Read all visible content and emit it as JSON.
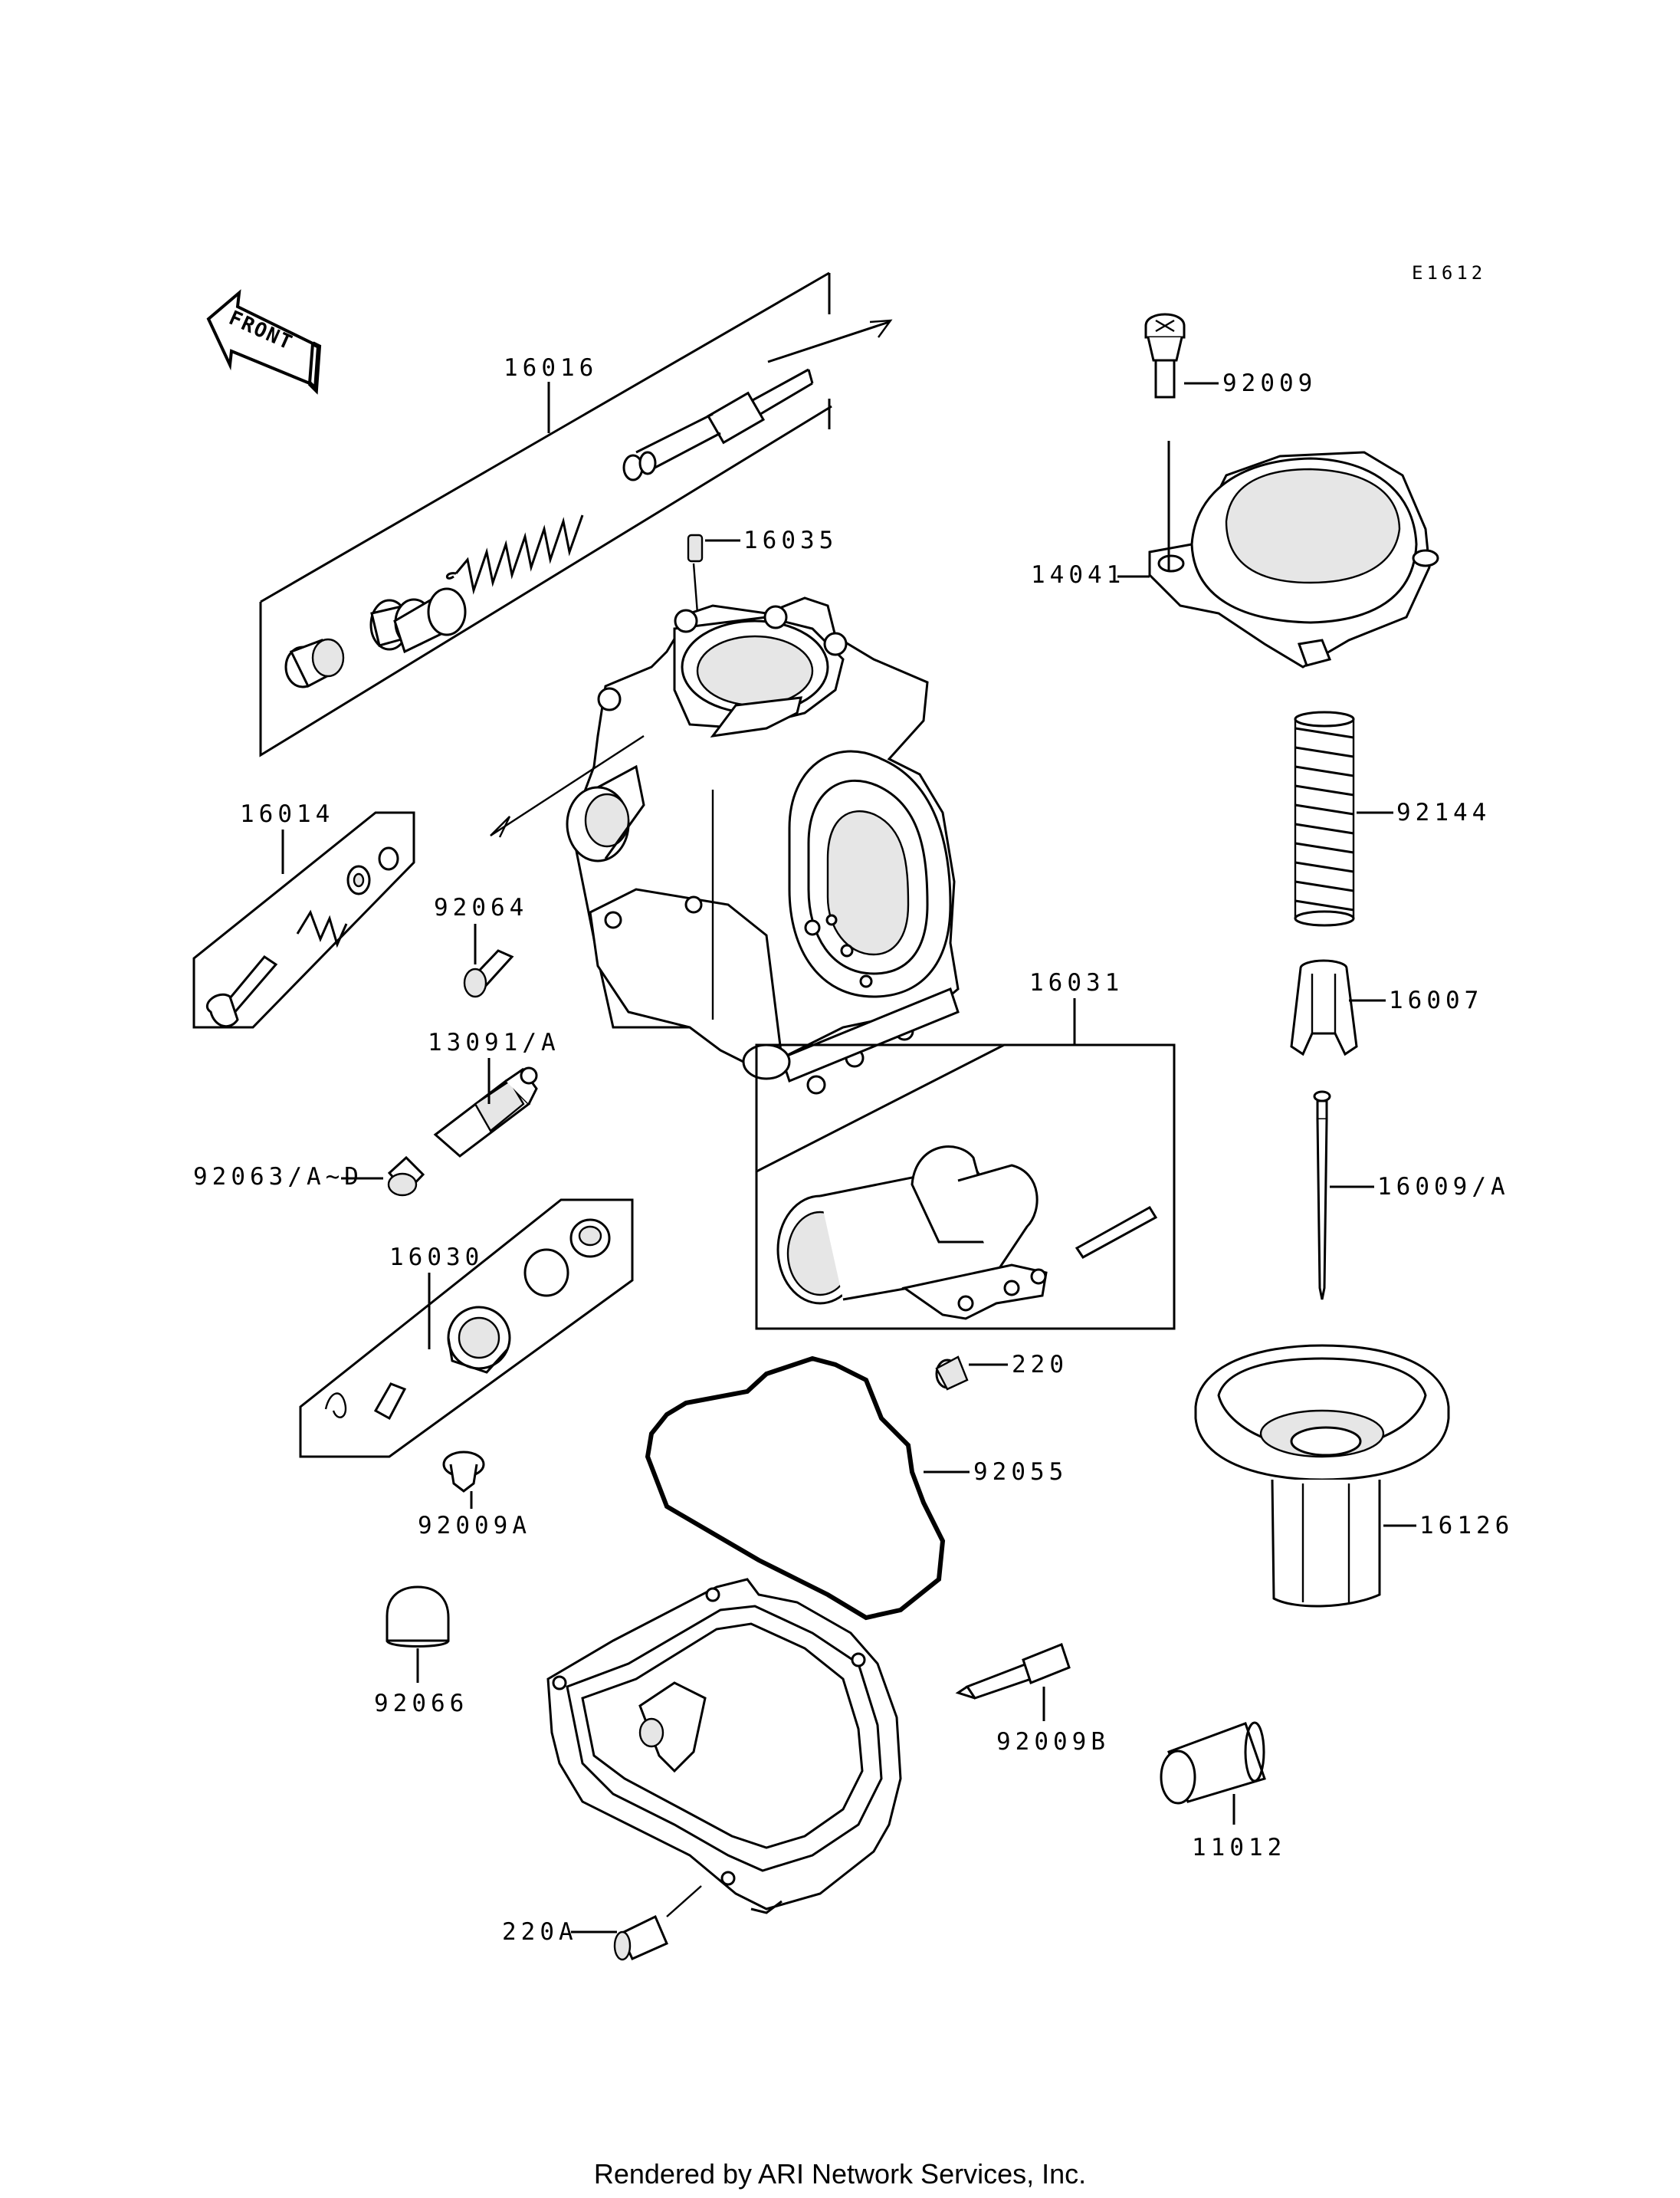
{
  "diagram": {
    "code": "E1612",
    "front_label": "FRONT",
    "footer": "Rendered by ARI Network Services, Inc.",
    "labels": {
      "p16016": "16016",
      "p16035": "16035",
      "p16014": "16014",
      "p92064": "92064",
      "p13091": "13091/A",
      "p92063": "92063/A~D",
      "p16030": "16030",
      "p92009A": "92009A",
      "p92066": "92066",
      "p16031": "16031",
      "p220": "220",
      "p92055": "92055",
      "p92009B": "92009B",
      "p220A": "220A",
      "p92009": "92009",
      "p14041": "14041",
      "p92144": "92144",
      "p16007": "16007",
      "p16009": "16009/A",
      "p16126": "16126",
      "p11012": "11012"
    }
  }
}
